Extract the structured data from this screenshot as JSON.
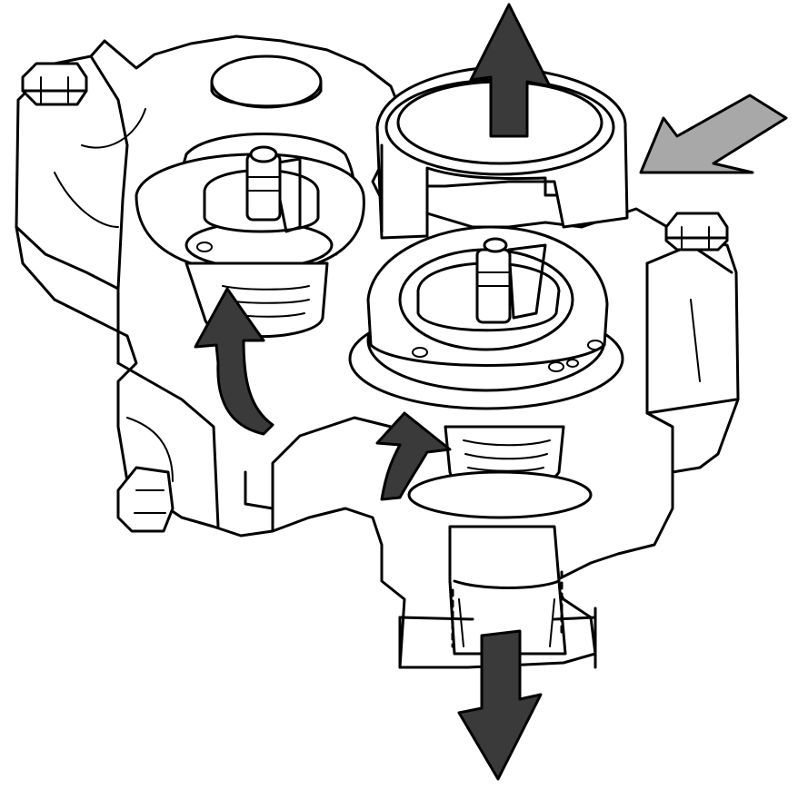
{
  "diagram": {
    "caption": "",
    "colors": {
      "line": "#000000",
      "background": "#ffffff",
      "flow_arrow_dark": "#3a3a3a",
      "flow_arrow_light": "#a8a8a8"
    },
    "flow_arrows": [
      {
        "id": "outlet-top",
        "direction": "up-down",
        "shade": "dark"
      },
      {
        "id": "inlet-right",
        "direction": "left",
        "shade": "light"
      },
      {
        "id": "left-thermostat-flow",
        "direction": "up",
        "shade": "dark"
      },
      {
        "id": "center-thermostat-flow",
        "direction": "up",
        "shade": "dark"
      },
      {
        "id": "bottom-outlet",
        "direction": "down",
        "shade": "dark"
      }
    ],
    "components": [
      "housing",
      "left-thermostat",
      "right-thermostat",
      "outlet-ring",
      "mounting-bolts",
      "drain-plug",
      "bottom-pipe",
      "o-rings"
    ]
  }
}
